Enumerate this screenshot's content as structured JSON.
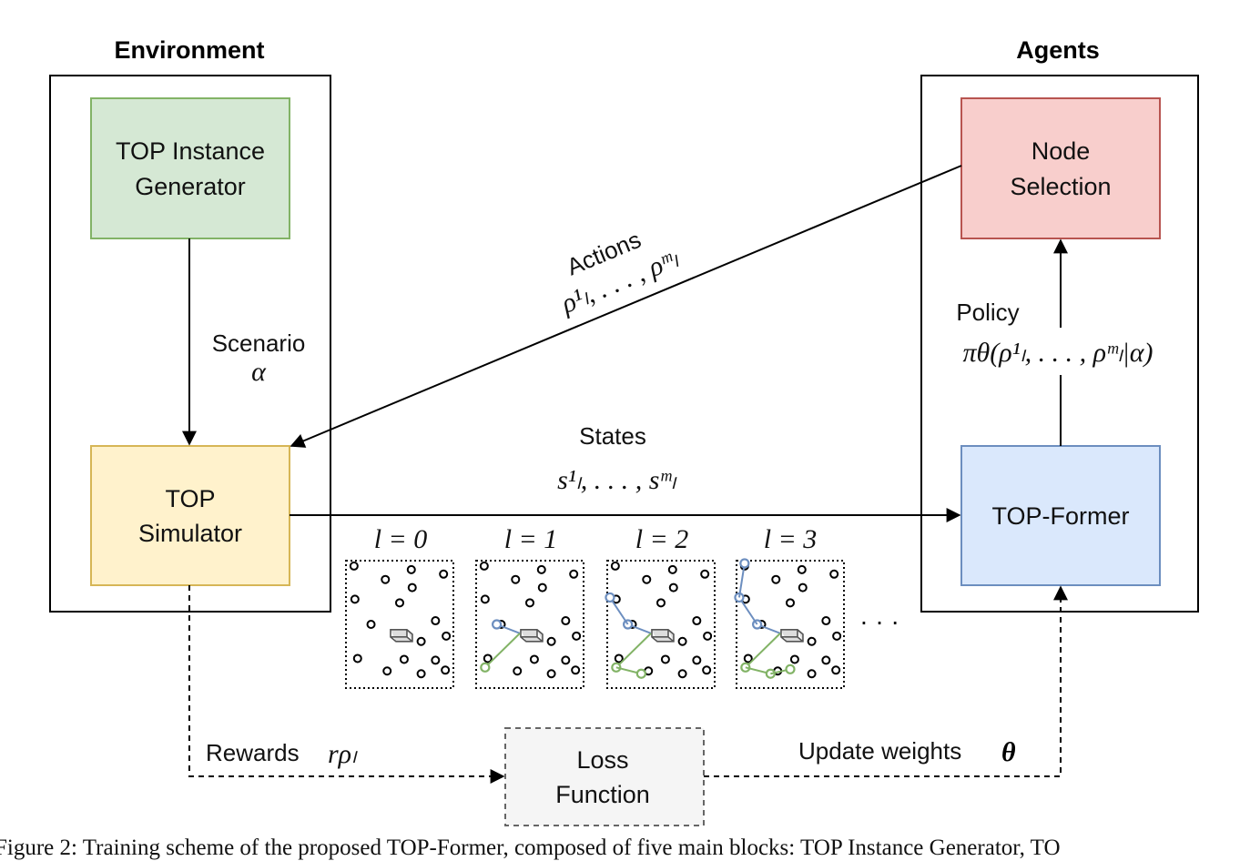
{
  "headers": {
    "environment": "Environment",
    "agents": "Agents"
  },
  "blocks": {
    "generator": [
      "TOP Instance",
      "Generator"
    ],
    "simulator": [
      "TOP",
      "Simulator"
    ],
    "node_selection": [
      "Node",
      "Selection"
    ],
    "top_former": "TOP-Former",
    "loss": [
      "Loss",
      "Function"
    ]
  },
  "labels": {
    "scenario": "Scenario",
    "scenario_symbol": "α",
    "actions": "Actions",
    "actions_symbol": "ρ¹ₗ, . . . , ρᵐₗ",
    "policy": "Policy",
    "policy_symbol": "πθ(ρ¹ₗ, . . . , ρᵐₗ|α)",
    "states": "States",
    "states_symbol": "s¹ₗ, . . . , sᵐₗ",
    "rewards": "Rewards",
    "rewards_symbol": "rρₗ",
    "update": "Update weights",
    "update_symbol": "θ",
    "ellipsis": "· · ·"
  },
  "steps": [
    "l = 0",
    "l = 1",
    "l = 2",
    "l = 3"
  ],
  "colors": {
    "green_fill": "#d5e8d4",
    "green_stroke": "#82b366",
    "yellow_fill": "#fff2cc",
    "yellow_stroke": "#d6b656",
    "red_fill": "#f8cecc",
    "red_stroke": "#b85450",
    "blue_fill": "#dae8fc",
    "blue_stroke": "#6c8ebf",
    "gray_fill": "#f5f5f5",
    "gray_stroke": "#666666",
    "route_blue": "#6c8ebf",
    "route_green": "#82b366"
  },
  "caption": "Figure 2: Training scheme of the proposed TOP-Former, composed of five main blocks: TOP Instance Generator, TO"
}
